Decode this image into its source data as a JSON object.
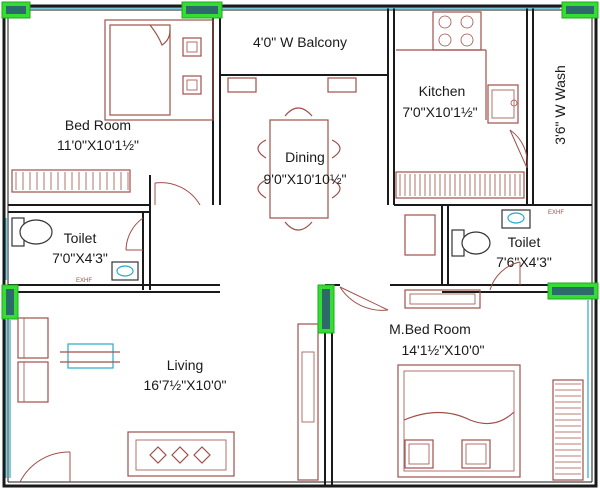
{
  "rooms": {
    "bedroom": {
      "name": "Bed Room",
      "size": "11'0\"X10'1½\""
    },
    "balcony": {
      "name": "4'0\"  W Balcony"
    },
    "kitchen": {
      "name": "Kitchen",
      "size": "7'0\"X10'1½\""
    },
    "wash": {
      "name": "3'6\"  W Wash"
    },
    "dining": {
      "name": "Dining",
      "size": "9'0\"X10'10½\""
    },
    "toilet_left": {
      "name": "Toilet",
      "size": "7'0\"X4'3\""
    },
    "toilet_right": {
      "name": "Toilet",
      "size": "7'6\"X4'3\""
    },
    "master_bedroom": {
      "name": "M.Bed Room",
      "size": "14'1½\"X10'0\""
    },
    "living": {
      "name": "Living",
      "size": "16'7½\"X10'0\""
    }
  },
  "fixture_labels": {
    "exhaust": "EXHF"
  },
  "colors": {
    "walls": "#1a1a1a",
    "furniture": "#a0504a",
    "glass": "#2aa9c9",
    "marker": "#33dd33"
  }
}
